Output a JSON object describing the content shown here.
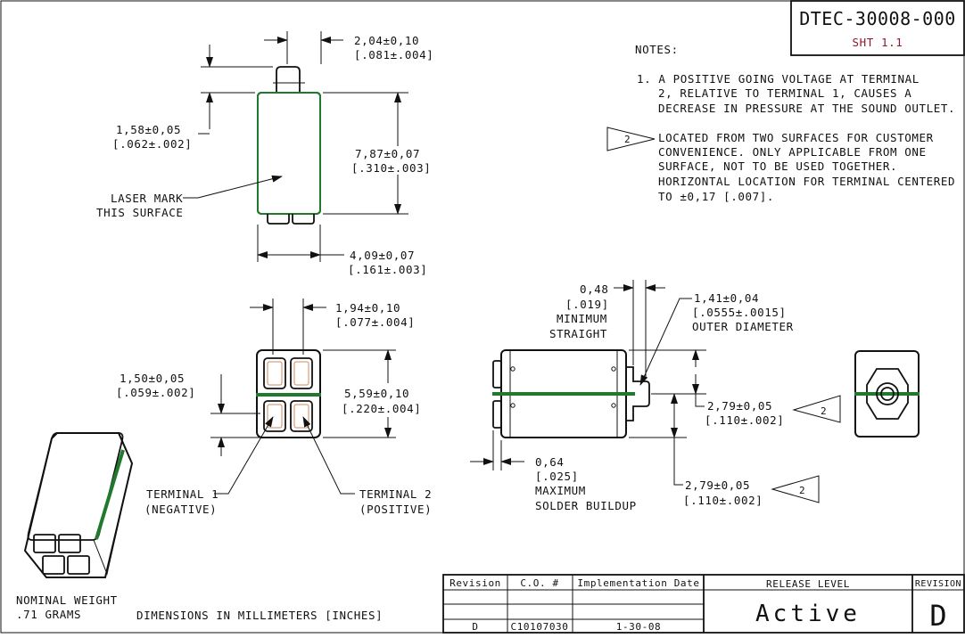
{
  "title_block": {
    "drawing_number": "DTEC-30008-000",
    "sheet": "SHT 1.1"
  },
  "notes": {
    "heading": "NOTES:",
    "note1": [
      "1. A POSITIVE GOING VOLTAGE AT TERMINAL",
      "2, RELATIVE TO TERMINAL 1, CAUSES A",
      "DECREASE IN PRESSURE AT THE SOUND OUTLET."
    ],
    "note2_marker": "2",
    "note2": [
      "LOCATED FROM TWO SURFACES FOR CUSTOMER",
      "CONVENIENCE.  ONLY APPLICABLE FROM ONE",
      "SURFACE, NOT TO BE USED TOGETHER.",
      "HORIZONTAL LOCATION FOR TERMINAL CENTERED",
      "TO ±0,17 [.007]."
    ]
  },
  "top_view": {
    "dim_width_nub": [
      "2,04±0,10",
      "[.081±.004]"
    ],
    "dim_nub_height": [
      "1,58±0,05",
      "[.062±.002]"
    ],
    "dim_length": [
      "7,87±0,07",
      "[.310±.003]"
    ],
    "dim_width": [
      "4,09±0,07",
      "[.161±.003]"
    ],
    "laser_mark": [
      "LASER MARK",
      "THIS SURFACE"
    ]
  },
  "end_view": {
    "dim_terminal_width": [
      "1,94±0,10",
      "[.077±.004]"
    ],
    "dim_terminal_height": [
      "1,50±0,05",
      "[.059±.002]"
    ],
    "dim_height": [
      "5,59±0,10",
      "[.220±.004]"
    ],
    "terminal1": [
      "TERMINAL 1",
      "(NEGATIVE)"
    ],
    "terminal2": [
      "TERMINAL 2",
      "(POSITIVE)"
    ]
  },
  "side_view": {
    "dim_straight": [
      "0,48",
      "[.019]",
      "MINIMUM",
      "STRAIGHT"
    ],
    "dim_outer_diameter": [
      "1,41±0,04",
      "[.0555±.0015]",
      "OUTER DIAMETER"
    ],
    "dim_outlet_upper": [
      "2,79±0,05",
      "[.110±.002]"
    ],
    "dim_outlet_lower": [
      "2,79±0,05",
      "[.110±.002]"
    ],
    "dim_solder": [
      "0,64",
      "[.025]",
      "MAXIMUM",
      "SOLDER BUILDUP"
    ],
    "marker": "2"
  },
  "footer": {
    "weight": [
      "NOMINAL WEIGHT",
      ".71 GRAMS"
    ],
    "units": "DIMENSIONS IN MILLIMETERS [INCHES]"
  },
  "revision_table": {
    "headers": [
      "Revision",
      "C.O. #",
      "Implementation Date"
    ],
    "row": [
      "D",
      "C10107030",
      "1-30-08"
    ],
    "release_header": "RELEASE LEVEL",
    "release_value": "Active",
    "revision_header": "REVISION",
    "revision_value": "D"
  }
}
